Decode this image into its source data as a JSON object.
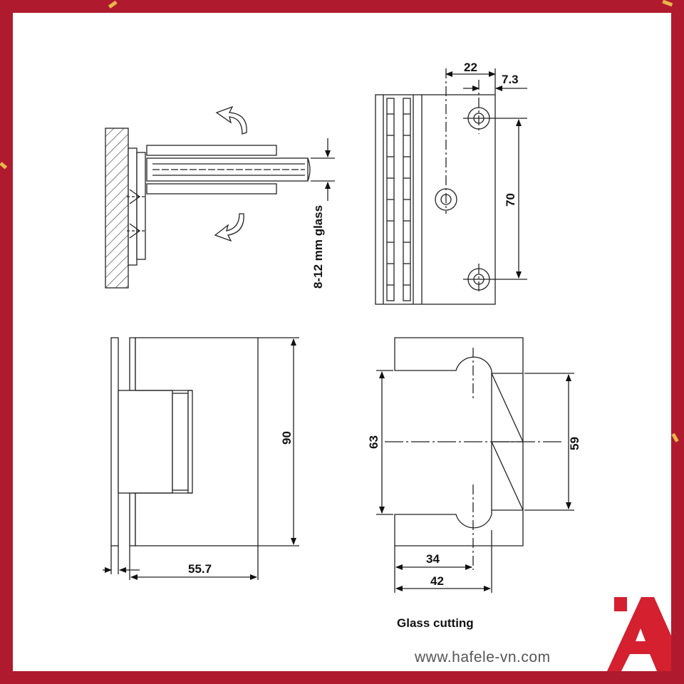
{
  "brand": {
    "frame_color": "#b01a2e",
    "logo_color": "#d4202f",
    "website": "www.hafele-vn.com"
  },
  "drawing": {
    "side_view": {
      "glass_label": "8-12 mm glass",
      "arrows": [
        "curved-arrow-up-icon",
        "curved-arrow-down-icon"
      ]
    },
    "top_right_view": {
      "dim_width": "22",
      "dim_offset": "7.3",
      "dim_height": "70"
    },
    "front_view": {
      "dim_height": "90",
      "dim_width": "55.7"
    },
    "glass_cutting": {
      "caption": "Glass cutting",
      "dim_left_height": "63",
      "dim_right_height": "59",
      "dim_depth_inner": "34",
      "dim_depth_outer": "42"
    }
  }
}
